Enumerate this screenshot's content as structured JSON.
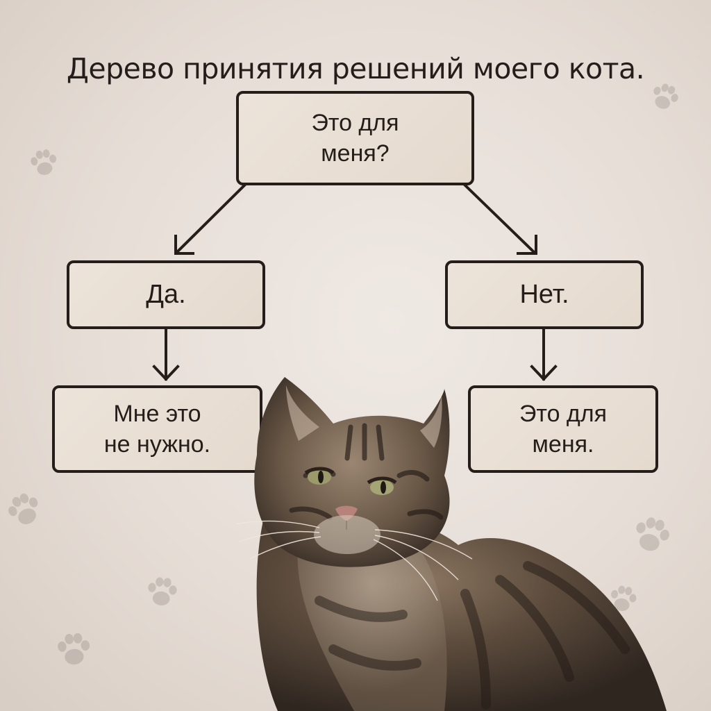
{
  "title": "Дерево принятия решений моего кота.",
  "tree": {
    "root": {
      "line1": "Это для",
      "line2": "меня?"
    },
    "yes": {
      "label": "Да."
    },
    "no": {
      "label": "Нет."
    },
    "yes_result": {
      "line1": "Мне это",
      "line2": "не нужно."
    },
    "no_result": {
      "line1": "Это для",
      "line2": "меня."
    }
  },
  "decor": {
    "background_color": "#e9e1da",
    "box_border_color": "#241d19",
    "box_fill_color": "#e9dfd5",
    "paw_color": "#8a7d74",
    "icons": [
      "paw-print-icon",
      "arrow-down-icon",
      "arrow-diagonal-icon"
    ]
  },
  "image": {
    "subject": "tabby cat",
    "description": "Grumpy long-haired tabby cat looking at camera"
  }
}
